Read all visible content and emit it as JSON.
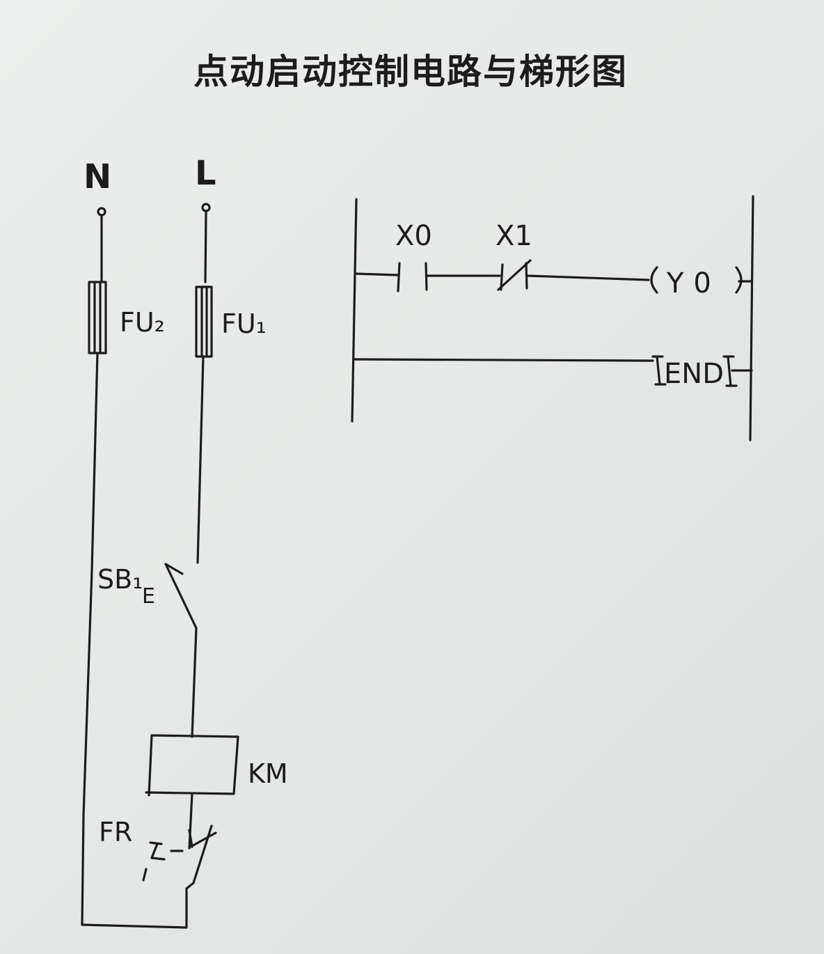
{
  "title": "点动启动控制电路与梯形图",
  "wiring": {
    "terminal_n": "N",
    "terminal_l": "L",
    "fuse_2": "FU₂",
    "fuse_1": "FU₁",
    "start_button": "SB₁",
    "start_button_mark": "E",
    "contactor_coil": "KM",
    "thermal_relay": "FR"
  },
  "ladder": {
    "contact_x0": "X0",
    "contact_x1": "X1",
    "output_coil": "Y0",
    "end_instruction": "END"
  }
}
